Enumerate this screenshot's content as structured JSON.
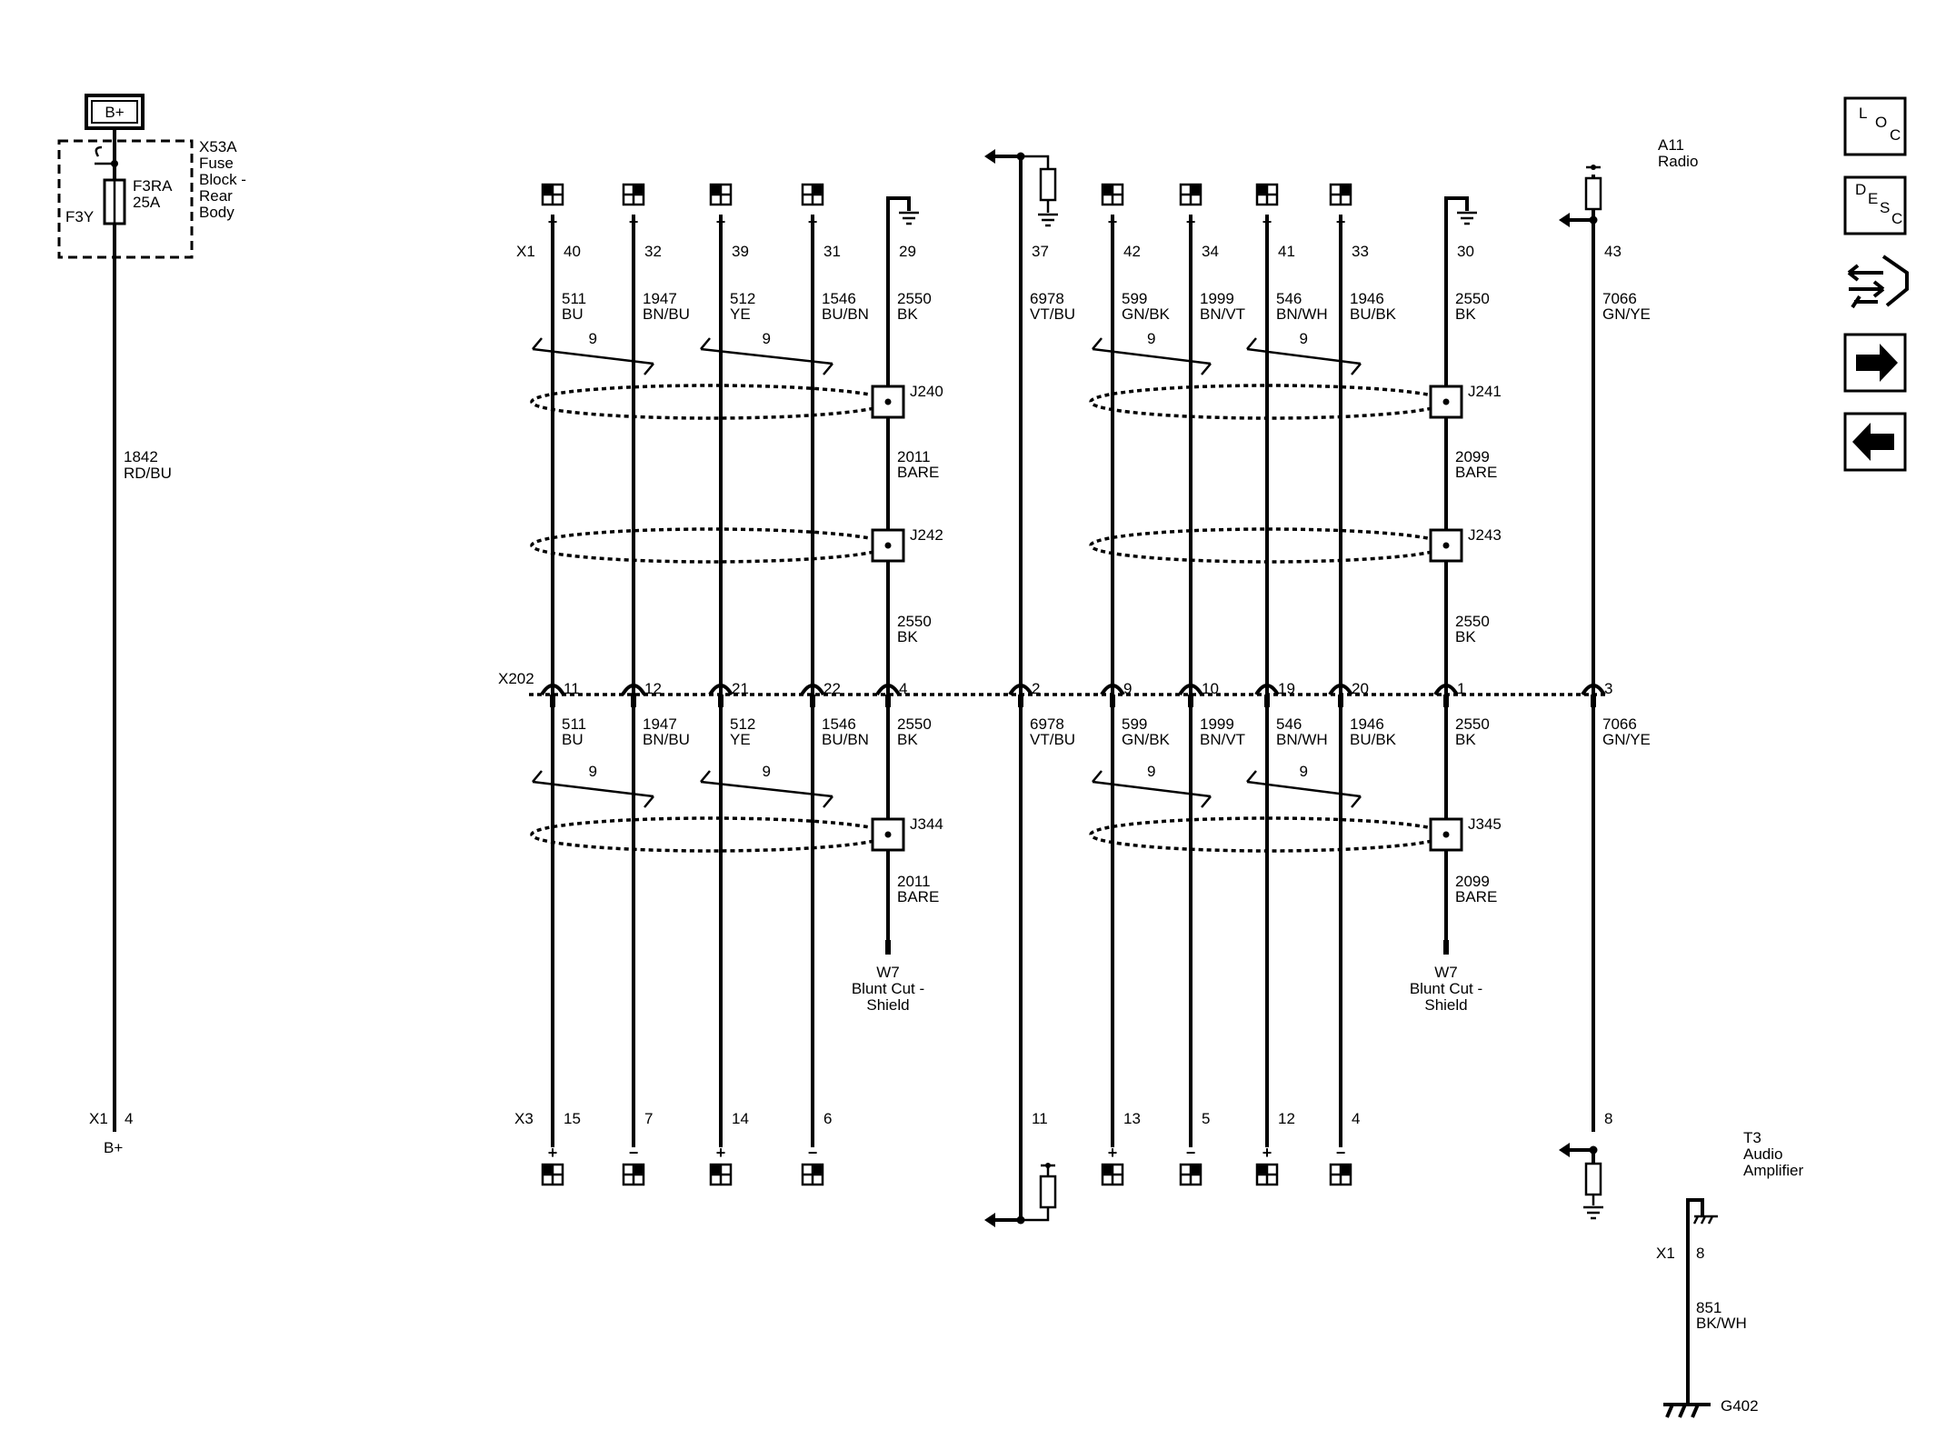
{
  "power": {
    "label": "B+"
  },
  "fuse_block": {
    "name_lines": [
      "X53A",
      "Fuse",
      "Block -",
      "Rear",
      "Body"
    ],
    "fuse_name_lines": [
      "F3RA",
      "25A"
    ],
    "fuse_id": "F3Y"
  },
  "feed_wire": {
    "circuit": "1842",
    "color": "RD/BU"
  },
  "radio": {
    "name_lines": [
      "A11",
      "Radio"
    ],
    "connector": "X1"
  },
  "amplifier": {
    "name_lines": [
      "T3",
      "Audio",
      "Amplifier"
    ],
    "connector": "X3",
    "power_connector": "X1",
    "power_pin": "4",
    "power_label": "B+"
  },
  "inline_connector": {
    "name": "X202"
  },
  "signals": [
    {
      "radio_pin": "40",
      "polarity": "+",
      "circuit": "511",
      "color": "BU",
      "x202_pin": "11",
      "amp_pin": "15"
    },
    {
      "radio_pin": "32",
      "polarity": "−",
      "circuit": "1947",
      "color": "BN/BU",
      "x202_pin": "12",
      "amp_pin": "7"
    },
    {
      "radio_pin": "39",
      "polarity": "+",
      "circuit": "512",
      "color": "YE",
      "x202_pin": "21",
      "amp_pin": "14"
    },
    {
      "radio_pin": "31",
      "polarity": "−",
      "circuit": "1546",
      "color": "BU/BN",
      "x202_pin": "22",
      "amp_pin": "6"
    },
    {
      "radio_pin": "29",
      "polarity": "",
      "circuit": "2550",
      "color": "BK",
      "x202_pin": "4",
      "amp_pin": ""
    },
    {
      "radio_pin": "37",
      "polarity": "",
      "circuit": "6978",
      "color": "VT/BU",
      "x202_pin": "2",
      "amp_pin": "11"
    },
    {
      "radio_pin": "42",
      "polarity": "+",
      "circuit": "599",
      "color": "GN/BK",
      "x202_pin": "9",
      "amp_pin": "13"
    },
    {
      "radio_pin": "34",
      "polarity": "−",
      "circuit": "1999",
      "color": "BN/VT",
      "x202_pin": "10",
      "amp_pin": "5"
    },
    {
      "radio_pin": "41",
      "polarity": "+",
      "circuit": "546",
      "color": "BN/WH",
      "x202_pin": "19",
      "amp_pin": "12"
    },
    {
      "radio_pin": "33",
      "polarity": "−",
      "circuit": "1946",
      "color": "BU/BK",
      "x202_pin": "20",
      "amp_pin": "4"
    },
    {
      "radio_pin": "30",
      "polarity": "",
      "circuit": "2550",
      "color": "BK",
      "x202_pin": "1",
      "amp_pin": ""
    },
    {
      "radio_pin": "43",
      "polarity": "",
      "circuit": "7066",
      "color": "GN/YE",
      "x202_pin": "3",
      "amp_pin": "8"
    }
  ],
  "twist_label": "9",
  "splices": {
    "top_left": "J240",
    "top_right": "J241",
    "mid_left": "J242",
    "mid_right": "J243",
    "bot_left": "J344",
    "bot_right": "J345"
  },
  "drain_wires": {
    "left": {
      "circuit": "2011",
      "color": "BARE"
    },
    "right": {
      "circuit": "2099",
      "color": "BARE"
    }
  },
  "blunt_cut": [
    "W7",
    "Blunt Cut -",
    "Shield"
  ],
  "ground": {
    "connector": "X1",
    "pin": "8",
    "circuit": "851",
    "color": "BK/WH",
    "name": "G402"
  },
  "nav": {
    "loc": [
      "L",
      "O",
      "C"
    ],
    "desc": [
      "D",
      "E",
      "S",
      "C"
    ]
  }
}
